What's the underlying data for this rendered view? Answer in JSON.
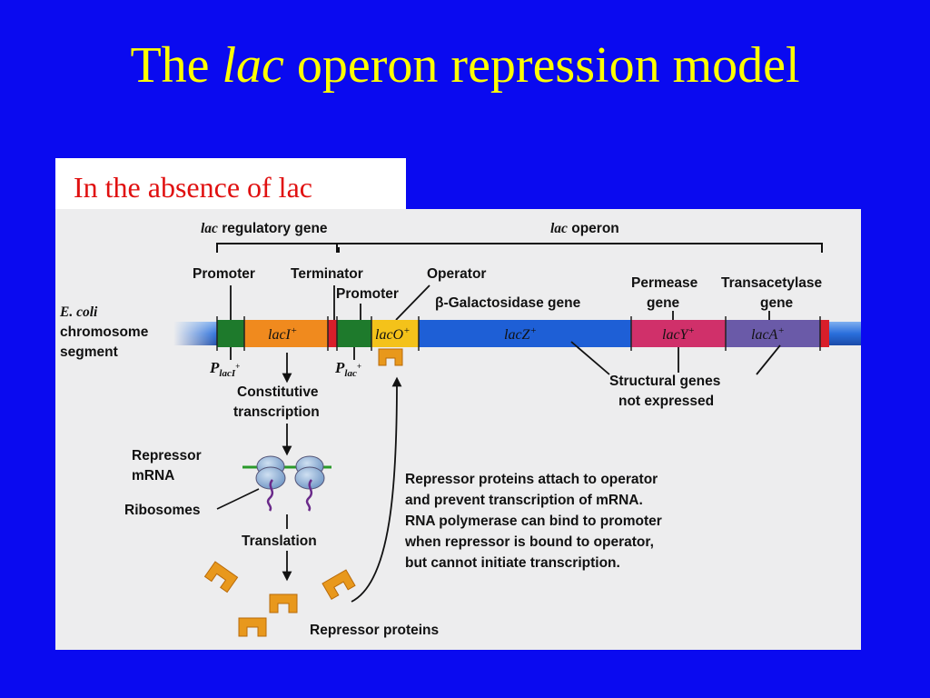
{
  "title": {
    "part1": "The",
    "part2": "lac",
    "part3": "operon repression model"
  },
  "subtitle": "In the absence of lac",
  "diagram": {
    "regulatory_header_italic": "lac",
    "regulatory_header_rest": "regulatory gene",
    "operon_header_italic": "lac",
    "operon_header_rest": "operon",
    "promoter": "Promoter",
    "terminator": "Terminator",
    "promoter2": "Promoter",
    "operator": "Operator",
    "galactosidase_gene": "β-Galactosidase gene",
    "permease_line1": "Permease",
    "permease_line2": "gene",
    "transacetylase_line1": "Transacetylase",
    "transacetylase_line2": "gene",
    "ecoli_line1": "E. coli",
    "ecoli_line2": "chromosome",
    "ecoli_line3": "segment",
    "lacI": "lacI",
    "lacO": "lacO",
    "lacZ": "lacZ",
    "lacY": "lacY",
    "lacA": "lacA",
    "plus": "+",
    "p_laci_p": "P",
    "p_laci_sub": "lacI",
    "p_lac_p": "P",
    "p_lac_sub": "lac",
    "structural_line1": "Structural genes",
    "structural_line2": "not expressed",
    "constitutive_line1": "Constitutive",
    "constitutive_line2": "transcription",
    "repressor_mrna_line1": "Repressor",
    "repressor_mrna_line2": "mRNA",
    "ribosomes": "Ribosomes",
    "translation": "Translation",
    "repressor_proteins": "Repressor proteins",
    "explanation": [
      "Repressor proteins attach to operator",
      "and prevent transcription of mRNA.",
      "RNA polymerase can bind to promoter",
      "when repressor is bound to operator,",
      "but cannot initiate transcription."
    ],
    "colors": {
      "chromosome": "#2a6fdc",
      "promoter_green": "#1e7a2c",
      "lacI_orange": "#f08a1e",
      "terminator_red": "#d81e2a",
      "lacO_yellow": "#f4c21a",
      "lacZ_blue": "#1e5fd6",
      "lacY_pink": "#d0306a",
      "lacA_purple": "#6a5aa8",
      "repressor_orange": "#e8981c"
    }
  }
}
